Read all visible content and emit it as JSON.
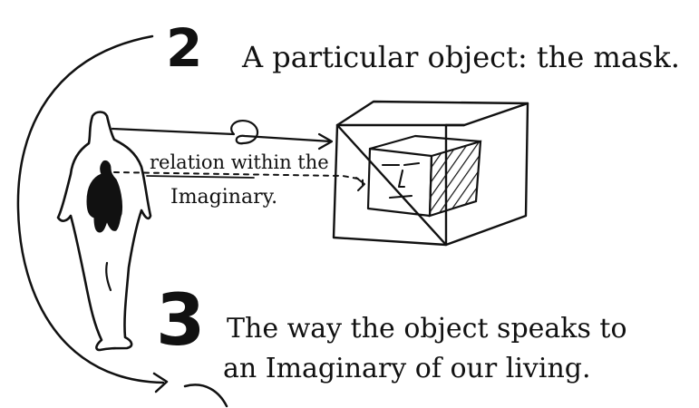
{
  "items": [
    {
      "number": "2",
      "text": "A particular object: the mask."
    },
    {
      "number": "3",
      "line1": "The way the object speaks to",
      "line2": "an Imaginary of our living."
    }
  ],
  "relation_label": {
    "line1": "relation within the",
    "line2": "Imaginary."
  },
  "colors": {
    "ink": "#111111",
    "paper": "#ffffff"
  }
}
